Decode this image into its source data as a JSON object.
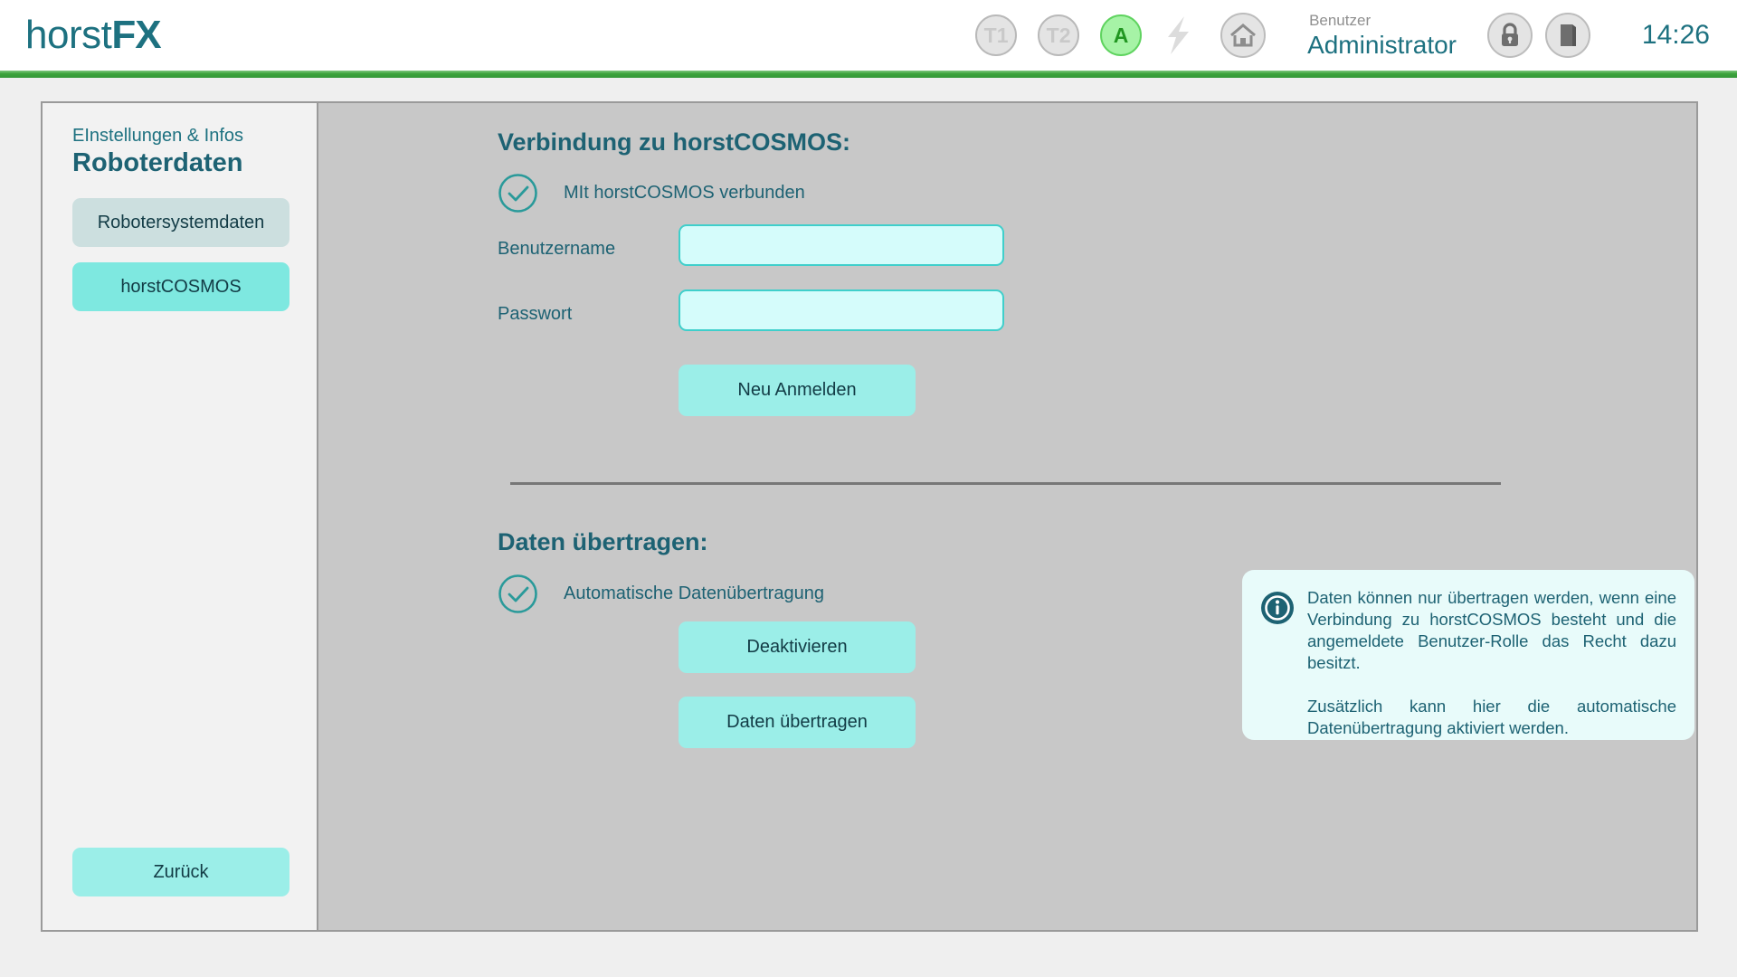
{
  "header": {
    "logo_light": "horst",
    "logo_bold": "FX",
    "status_pills": [
      {
        "label": "T1",
        "state": "inactive"
      },
      {
        "label": "T2",
        "state": "inactive"
      },
      {
        "label": "A",
        "state": "active"
      }
    ],
    "bolt_icon": "lightning-bolt-icon",
    "home_icon": "home-icon",
    "lock_icon": "lock-icon",
    "book_icon": "book-icon",
    "user_label": "Benutzer",
    "user_name": "Administrator",
    "clock": "14:26"
  },
  "sidebar": {
    "subtitle": "EInstellungen & Infos",
    "title": "Roboterdaten",
    "items": [
      {
        "label": "Robotersystemdaten",
        "active": false
      },
      {
        "label": "horstCOSMOS",
        "active": true
      }
    ],
    "back_label": "Zurück"
  },
  "main": {
    "connection": {
      "heading": "Verbindung zu horstCOSMOS:",
      "status_text": "MIt horstCOSMOS verbunden",
      "status_icon": "check-circle-icon",
      "fields": [
        {
          "label": "Benutzername",
          "value": "",
          "placeholder": ""
        },
        {
          "label": "Passwort",
          "value": "",
          "placeholder": ""
        }
      ],
      "login_button": "Neu Anmelden"
    },
    "transfer": {
      "heading": "Daten übertragen:",
      "status_text": "Automatische Datenübertragung",
      "status_icon": "check-circle-icon",
      "deactivate_button": "Deaktivieren",
      "transfer_button": "Daten übertragen"
    },
    "info_box": {
      "icon": "info-circle-icon",
      "paragraph_1": "Daten können nur übertragen werden, wenn eine Verbindung zu horstCOSMOS besteht und die angemeldete Benutzer-Rolle das Recht dazu besitzt.",
      "paragraph_2": "Zusätzlich kann hier die automatische Datenübertragung aktiviert werden."
    }
  },
  "colors": {
    "brand_teal": "#1d7180",
    "accent_turquoise": "#7ee8e0",
    "button_turquoise": "#9beee8",
    "inactive_button": "#ccdfdf",
    "green_bar": "#35993a",
    "active_green": "#a6f3a6",
    "info_bg": "#e8fbfa",
    "main_bg": "#c8c8c8",
    "sidebar_bg": "#f2f2f2"
  }
}
